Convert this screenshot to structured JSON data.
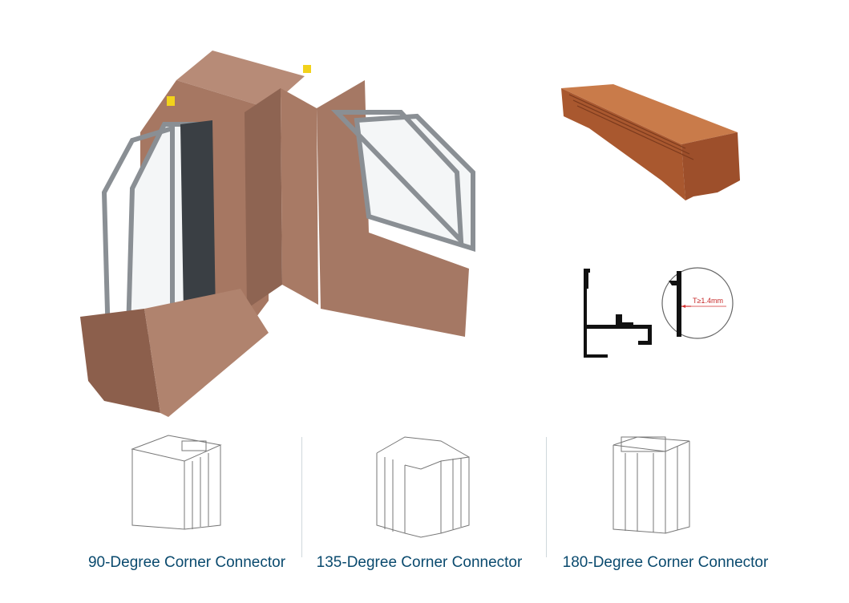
{
  "connectors": [
    {
      "label": "90-Degree Corner Connector"
    },
    {
      "label": "135-Degree Corner Connector"
    },
    {
      "label": "180-Degree Corner Connector"
    }
  ],
  "detail": {
    "thickness_label": "T≥1.4mm"
  },
  "colors": {
    "bronze": "#a0725f",
    "bronze_dark": "#7d5444",
    "glass_frame": "#9aa0a5",
    "gasket": "#3a3f44",
    "caption": "#0a4a6e",
    "wood": "#b3643a"
  }
}
